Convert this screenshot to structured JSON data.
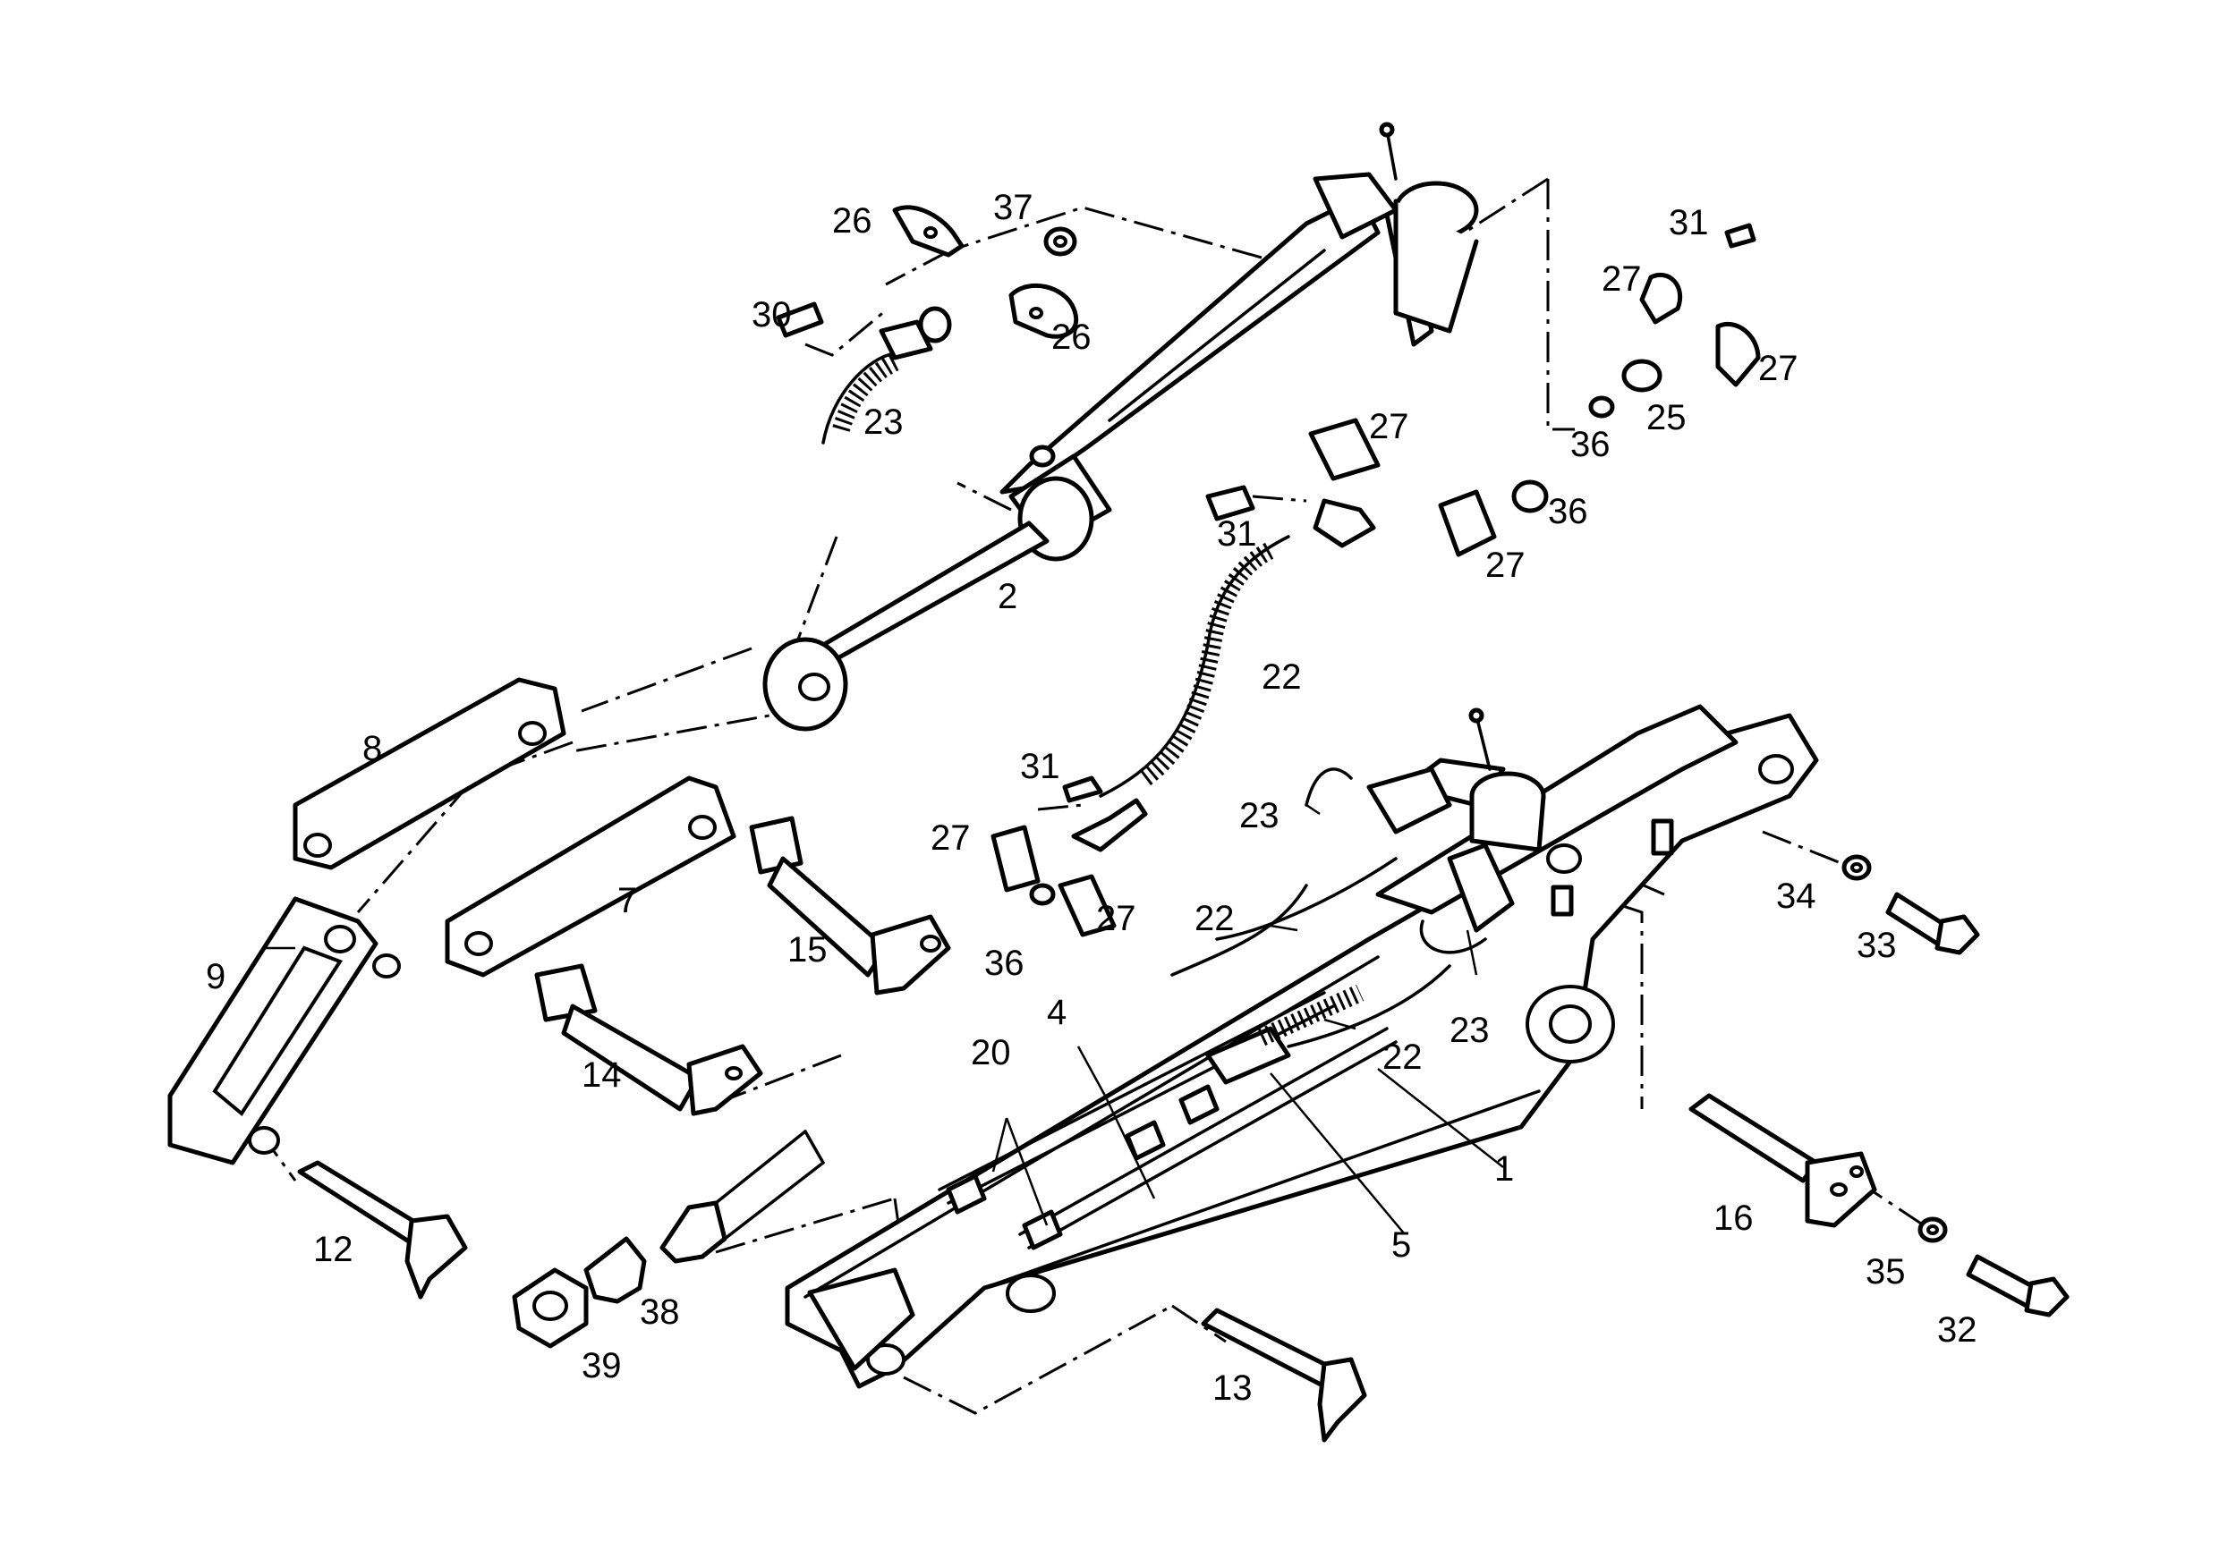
{
  "colors": {
    "line": "#000000",
    "background": "#ffffff"
  },
  "callouts": [
    {
      "id": "c26a",
      "text": "26"
    },
    {
      "id": "c37",
      "text": "37"
    },
    {
      "id": "c30",
      "text": "30"
    },
    {
      "id": "c26b",
      "text": "26"
    },
    {
      "id": "c23a",
      "text": "23"
    },
    {
      "id": "c31a",
      "text": "31"
    },
    {
      "id": "c27a",
      "text": "27"
    },
    {
      "id": "c27b",
      "text": "27"
    },
    {
      "id": "c25",
      "text": "25"
    },
    {
      "id": "c36a",
      "text": "36"
    },
    {
      "id": "c27c",
      "text": "27"
    },
    {
      "id": "c31b",
      "text": "31"
    },
    {
      "id": "c36b",
      "text": "36"
    },
    {
      "id": "c27d",
      "text": "27"
    },
    {
      "id": "c2",
      "text": "2"
    },
    {
      "id": "c22a",
      "text": "22"
    },
    {
      "id": "c8",
      "text": "8"
    },
    {
      "id": "c31c",
      "text": "31"
    },
    {
      "id": "c23b",
      "text": "23"
    },
    {
      "id": "c27e",
      "text": "27"
    },
    {
      "id": "c34",
      "text": "34"
    },
    {
      "id": "c33",
      "text": "33"
    },
    {
      "id": "c7",
      "text": "7"
    },
    {
      "id": "c15",
      "text": "15"
    },
    {
      "id": "c22b",
      "text": "22"
    },
    {
      "id": "c27f",
      "text": "27"
    },
    {
      "id": "c36c",
      "text": "36"
    },
    {
      "id": "c9",
      "text": "9"
    },
    {
      "id": "c23c",
      "text": "23"
    },
    {
      "id": "c4",
      "text": "4"
    },
    {
      "id": "c20",
      "text": "20"
    },
    {
      "id": "c22c",
      "text": "22"
    },
    {
      "id": "c14",
      "text": "14"
    },
    {
      "id": "c1",
      "text": "1"
    },
    {
      "id": "c5",
      "text": "5"
    },
    {
      "id": "c16",
      "text": "16"
    },
    {
      "id": "c12",
      "text": "12"
    },
    {
      "id": "c38",
      "text": "38"
    },
    {
      "id": "c35",
      "text": "35"
    },
    {
      "id": "c32",
      "text": "32"
    },
    {
      "id": "c39",
      "text": "39"
    },
    {
      "id": "c13",
      "text": "13"
    }
  ]
}
